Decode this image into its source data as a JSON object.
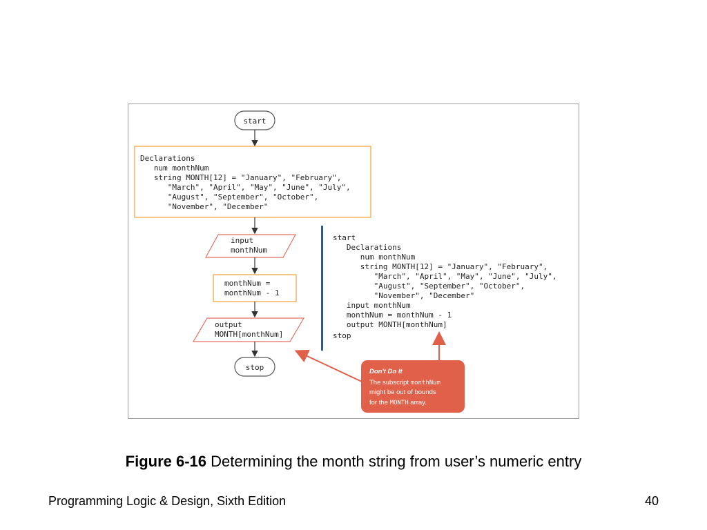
{
  "flowchart": {
    "start_label": "start",
    "stop_label": "stop",
    "declarations_lines": [
      "Declarations",
      "   num monthNum",
      "   string MONTH[12] = \"January\", \"February\",",
      "      \"March\", \"April\", \"May\", \"June\", \"July\",",
      "      \"August\", \"September\", \"October\",",
      "      \"November\", \"December\""
    ],
    "input_lines": [
      "input",
      "monthNum"
    ],
    "process_lines": [
      "monthNum =",
      "monthNum - 1"
    ],
    "output_lines": [
      "output",
      "MONTH[monthNum]"
    ]
  },
  "pseudocode_lines": [
    "start",
    "   Declarations",
    "      num monthNum",
    "      string MONTH[12] = \"January\", \"February\",",
    "         \"March\", \"April\", \"May\", \"June\", \"July\",",
    "         \"August\", \"September\", \"October\",",
    "         \"November\", \"December\"",
    "   input monthNum",
    "   monthNum = monthNum - 1",
    "   output MONTH[monthNum]",
    "stop"
  ],
  "callout": {
    "title": "Don't Do It",
    "line1_prefix": "The subscript ",
    "line1_code": "monthNum",
    "line2": "might be out of bounds",
    "line3_prefix": "for the ",
    "line3_code": "MONTH",
    "line3_suffix": " array."
  },
  "caption": {
    "figure_label": "Figure 6-16",
    "text": " Determining the month string from user’s numeric entry"
  },
  "footer": {
    "book_title": "Programming Logic & Design, Sixth Edition",
    "page_number": "40"
  },
  "colors": {
    "box_border": "#f0a030",
    "io_border": "#e07060",
    "divider": "#1a6090",
    "callout_fill": "#e0604a",
    "arrow": "#333333"
  }
}
